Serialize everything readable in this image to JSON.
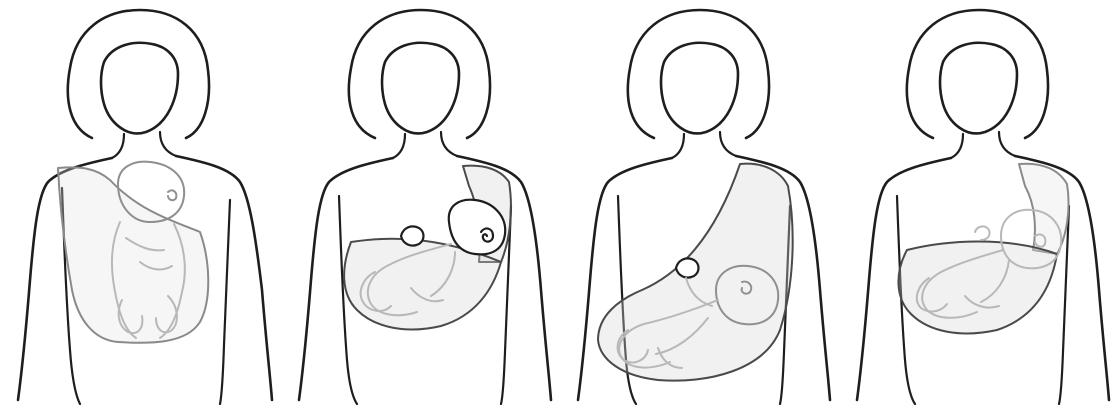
{
  "panels": [
    {
      "id": "panel-1",
      "carry_position": "upright"
    },
    {
      "id": "panel-2",
      "carry_position": "cradle"
    },
    {
      "id": "panel-3",
      "carry_position": "low-cradle"
    },
    {
      "id": "panel-4",
      "carry_position": "cradle"
    }
  ],
  "colors": {
    "outline": "#1e1e1e",
    "sling_fill": "#d7d7d7",
    "baby_faint": "#b8b8b8",
    "background": "#ffffff"
  }
}
